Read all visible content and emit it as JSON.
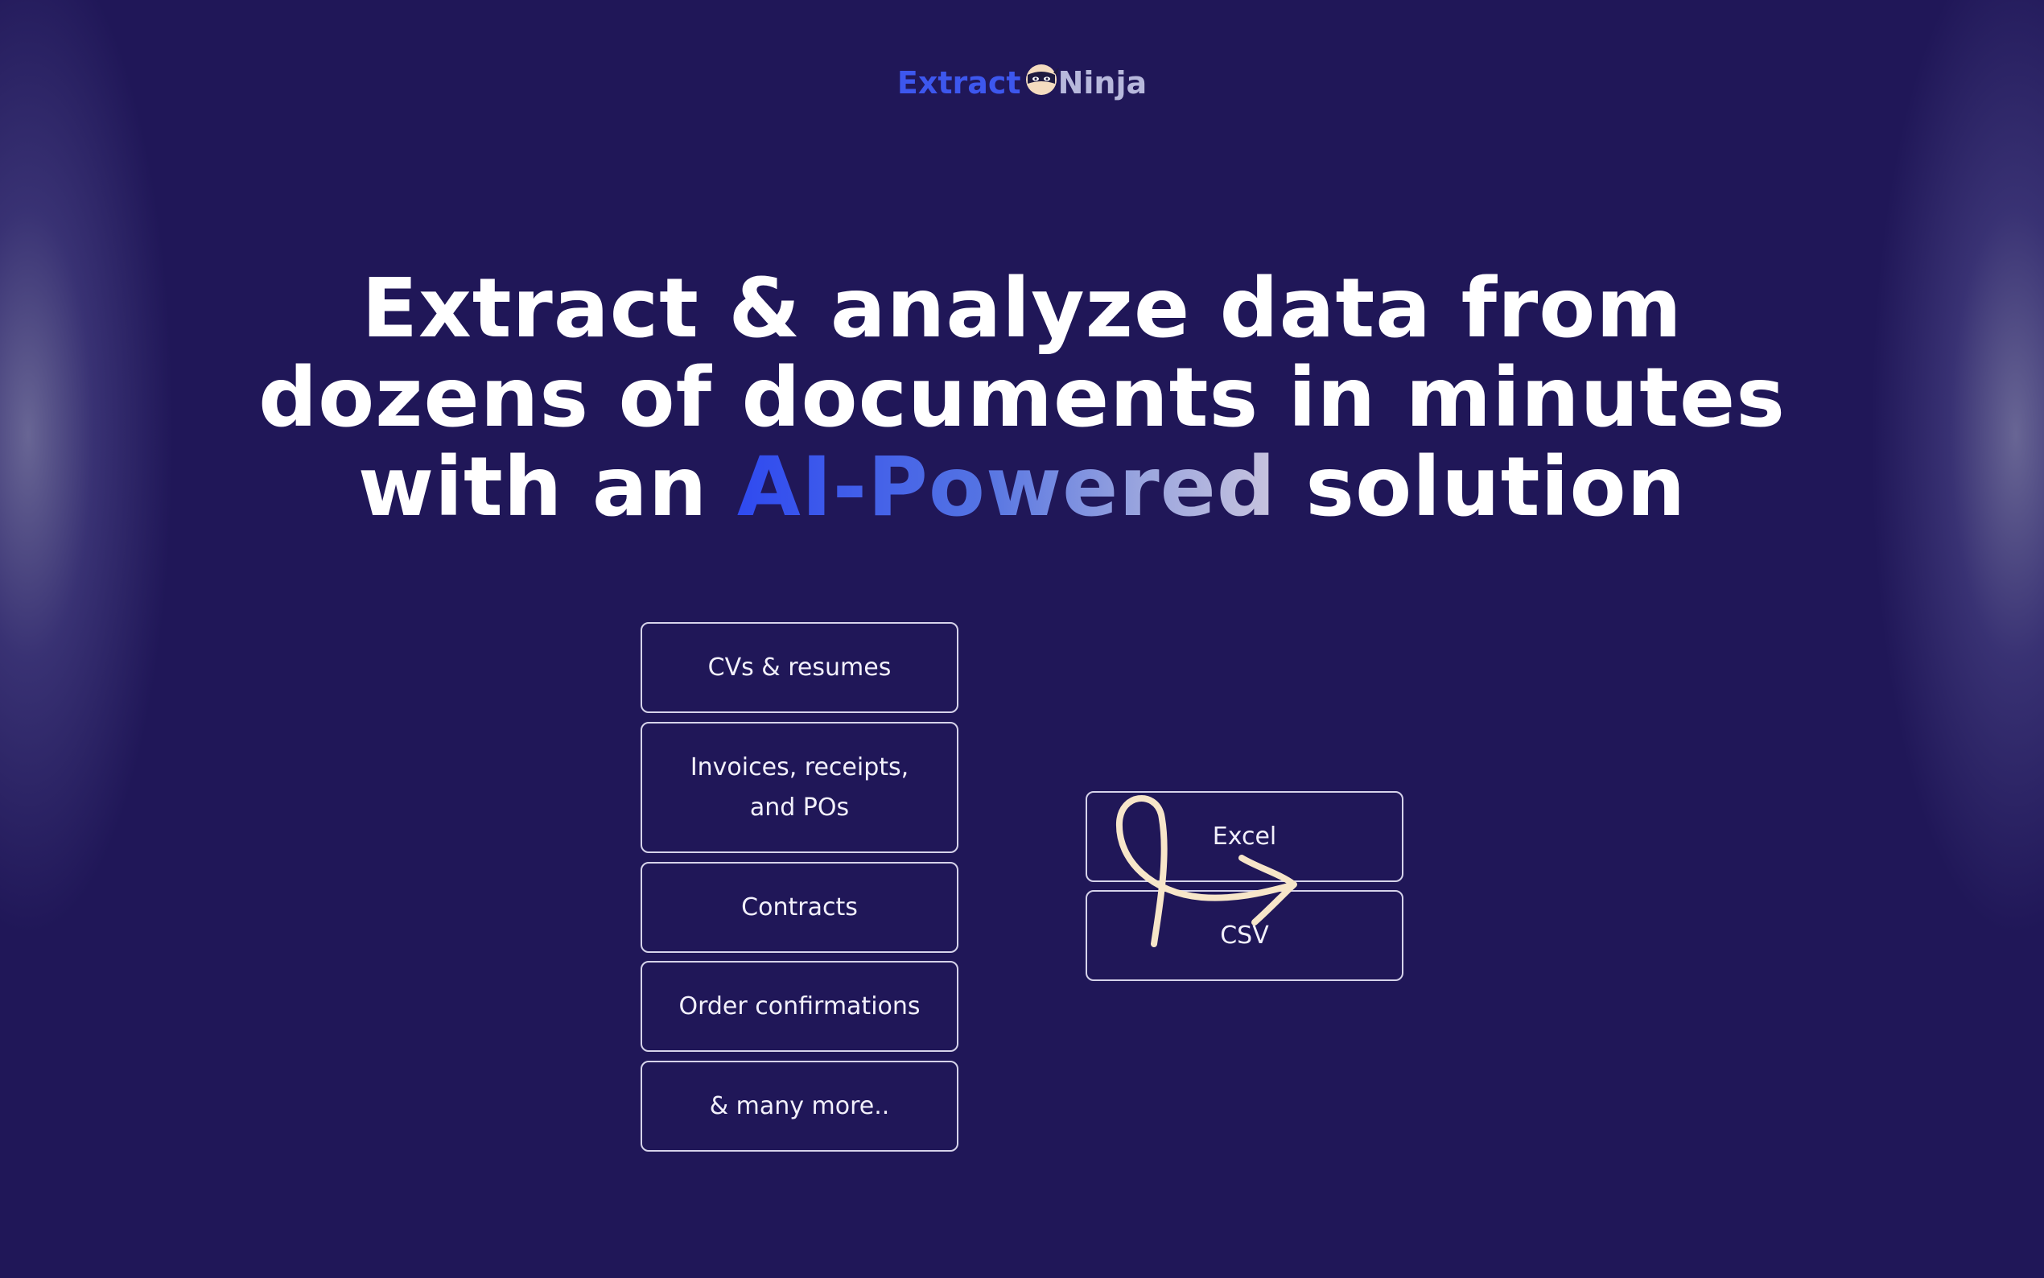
{
  "logo": {
    "left_text": "Extract",
    "right_text": "Ninja",
    "icon": "ninja-mascot-icon"
  },
  "headline": {
    "line1": "Extract & analyze data from",
    "line2": "dozens of documents in minutes",
    "line3_pre": "with an ",
    "line3_highlight": "AI-Powered",
    "line3_post": " solution"
  },
  "input_types": [
    "CVs & resumes",
    "Invoices, receipts, and POs",
    "Contracts",
    "Order confirmations",
    "& many more.."
  ],
  "invoice_lines": [
    "Invoices, receipts,",
    "and POs"
  ],
  "output_types": [
    "Excel",
    "CSV"
  ],
  "colors": {
    "background": "#201758",
    "accent_blue": "#3d57ee",
    "arrow": "#f7e6c9",
    "box_border": "#d6d3ea"
  },
  "decor": {
    "arrow_icon": "hand-drawn-arrow-icon"
  }
}
